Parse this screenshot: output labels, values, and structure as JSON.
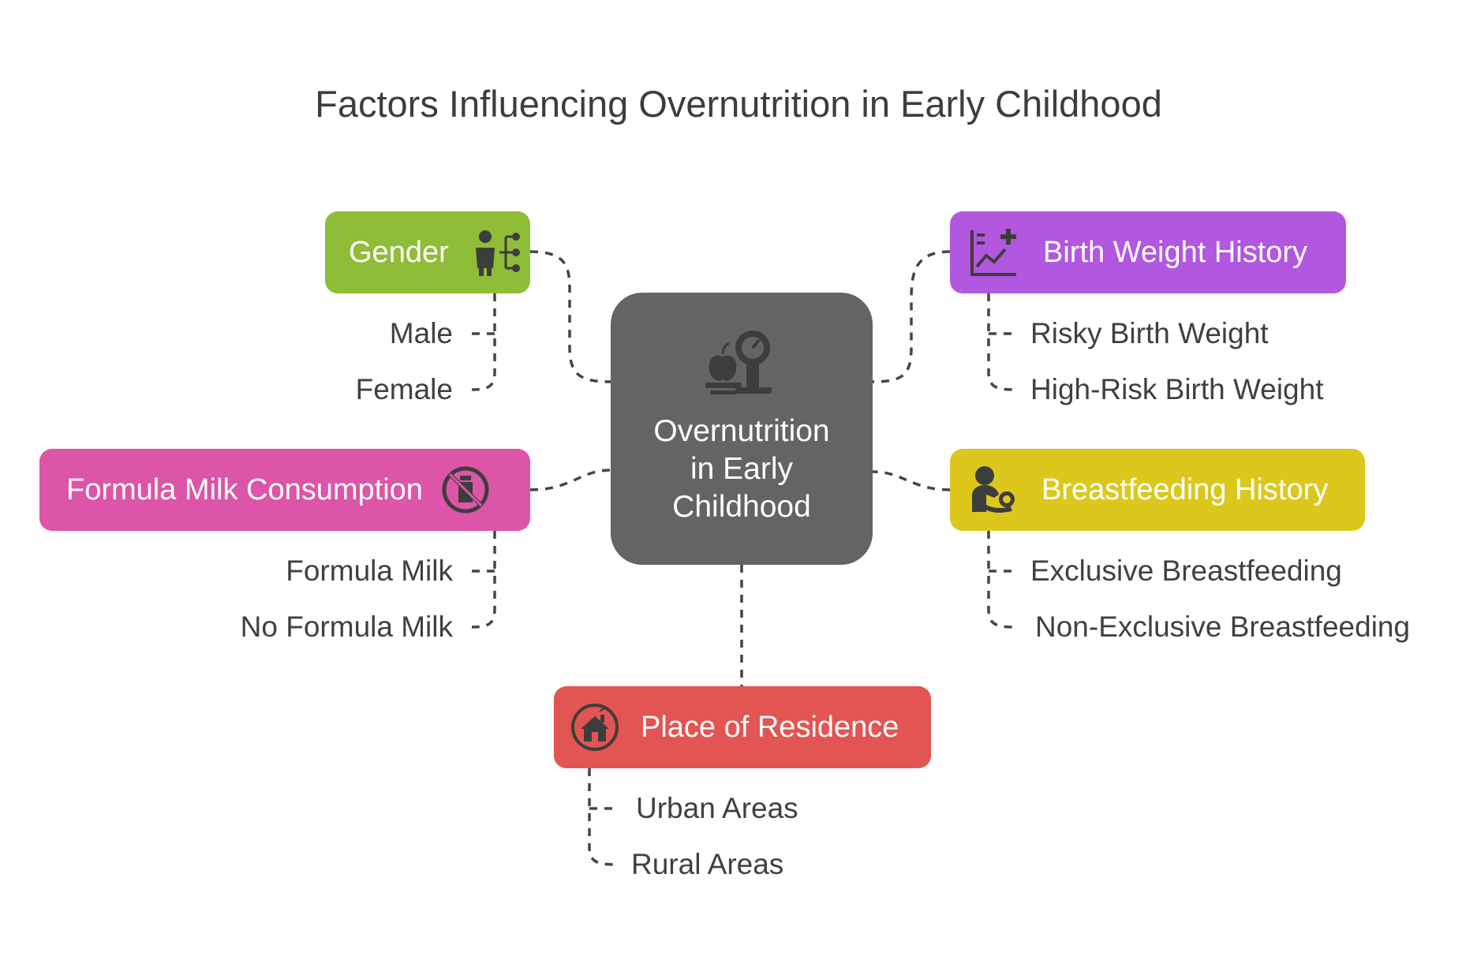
{
  "title": "Factors Influencing Overnutrition in Early Childhood",
  "center": {
    "label": "Overnutrition\nin Early\nChildhood",
    "icon": "scale-apple-icon",
    "color": "#646464"
  },
  "nodes": {
    "gender": {
      "label": "Gender",
      "icon": "gender-icon",
      "color": "#8fbd38",
      "items": [
        "Male",
        "Female"
      ]
    },
    "formula": {
      "label": "Formula Milk Consumption",
      "icon": "no-bottle-icon",
      "color": "#dc55a8",
      "items": [
        "Formula Milk",
        "No Formula Milk"
      ]
    },
    "birth_weight": {
      "label": "Birth Weight History",
      "icon": "chart-plus-icon",
      "color": "#b257e0",
      "items": [
        "Risky Birth Weight",
        "High-Risk Birth Weight"
      ]
    },
    "breastfeeding": {
      "label": "Breastfeeding History",
      "icon": "breastfeeding-icon",
      "color": "#dcc81c",
      "items": [
        "Exclusive Breastfeeding",
        "Non-Exclusive Breastfeeding"
      ]
    },
    "residence": {
      "label": "Place of Residence",
      "icon": "house-icon",
      "color": "#e25552",
      "items": [
        "Urban Areas",
        "Rural Areas"
      ]
    }
  }
}
